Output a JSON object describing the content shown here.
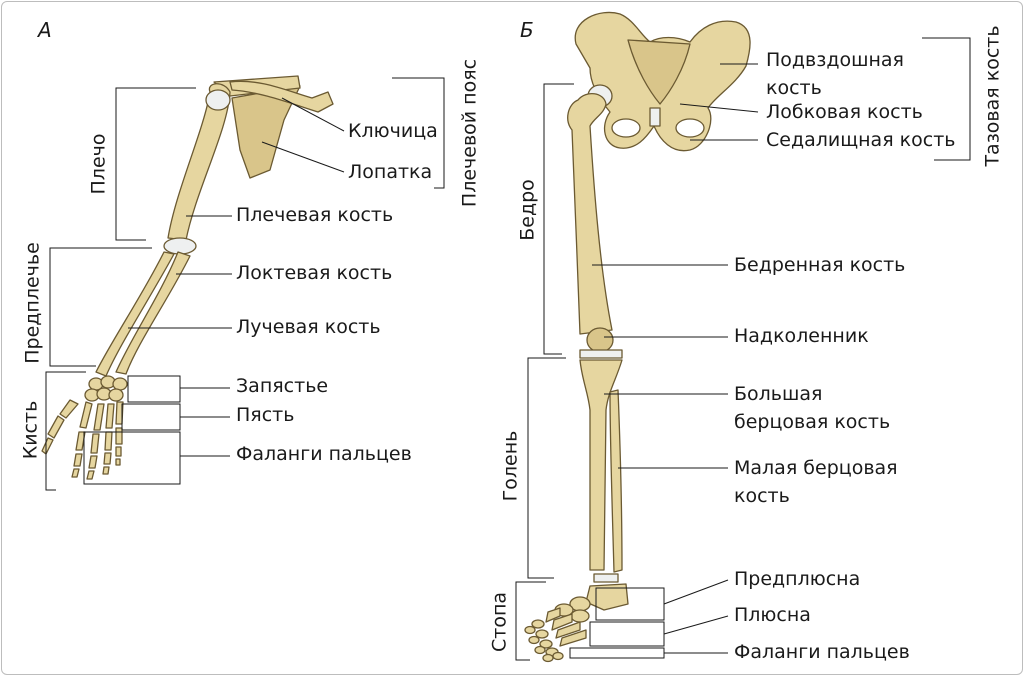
{
  "colors": {
    "bone": "#e6d6a0",
    "bone_dark": "#cdb878",
    "bone_outline": "#6b5a32",
    "cartilage": "#eef0f0",
    "line": "#1a1a1a"
  },
  "panels": {
    "a": "А",
    "b": "Б"
  },
  "arm": {
    "labels": {
      "clavicle": "Ключица",
      "scapula": "Лопатка",
      "humerus": "Плечевая кость",
      "ulna": "Локтевая кость",
      "radius": "Лучевая кость",
      "carpus": "Запястье",
      "metacarpus": "Пясть",
      "phalanges": "Фаланги пальцев"
    },
    "groups": {
      "shoulder_girdle": "Плечевой пояс",
      "upper_arm": "Плечо",
      "forearm": "Предплечье",
      "hand": "Кисть"
    }
  },
  "leg": {
    "labels": {
      "ilium_line1": "Подвздошная",
      "ilium_line2": "кость",
      "pubis": "Лобковая кость",
      "ischium": "Седалищная кость",
      "femur": "Бедренная кость",
      "patella": "Надколенник",
      "tibia_line1": "Большая",
      "tibia_line2": "берцовая кость",
      "fibula_line1": "Малая берцовая",
      "fibula_line2": "кость",
      "tarsus": "Предплюсна",
      "metatarsus": "Плюсна",
      "phalanges": "Фаланги пальцев"
    },
    "groups": {
      "pelvic_bone": "Тазовая кость",
      "thigh": "Бедро",
      "shin": "Голень",
      "foot": "Стопа"
    }
  }
}
